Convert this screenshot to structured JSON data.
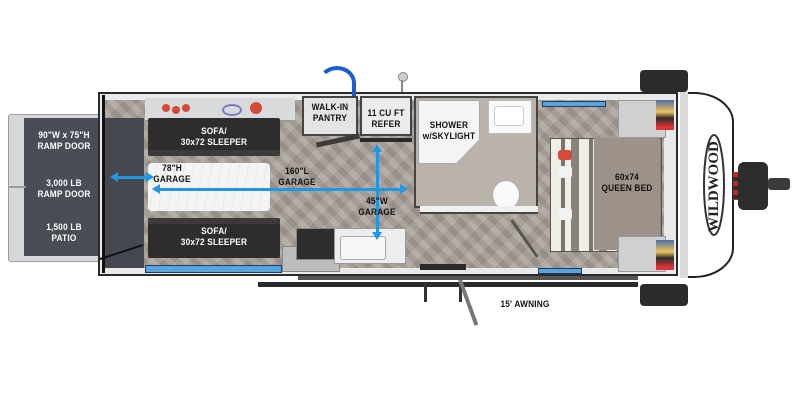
{
  "diagram": {
    "type": "RV travel trailer floor plan (toy hauler)",
    "brand_logo_text": "WILDWOOD",
    "colors": {
      "dimension_arrow": "#2196e3",
      "floor": "#a69d95",
      "garage_panel": "#4a4d55",
      "sofa": "#2e2c2c",
      "label_text": "#111111",
      "label_text_on_dark": "#ffffff"
    }
  },
  "ramp_door": {
    "size_line1": "90\"W x 75\"H",
    "size_line2": "RAMP DOOR",
    "capacity_line1": "3,000 LB",
    "capacity_line2": "RAMP DOOR",
    "patio_line1": "1,500 LB",
    "patio_line2": "PATIO"
  },
  "garage": {
    "height_line1": "78\"H",
    "height_line2": "GARAGE",
    "length_line1": "160\"L",
    "length_line2": "GARAGE",
    "width_line1": "45\"W",
    "width_line2": "GARAGE"
  },
  "sofas": [
    {
      "line1": "SOFA/",
      "line2": "30x72 SLEEPER"
    },
    {
      "line1": "SOFA/",
      "line2": "30x72 SLEEPER"
    }
  ],
  "pantry": {
    "line1": "WALK-IN",
    "line2": "PANTRY"
  },
  "refer": {
    "line1": "11 CU FT",
    "line2": "REFER"
  },
  "shower": {
    "line1": "SHOWER",
    "line2": "w/SKYLIGHT"
  },
  "bed": {
    "line1": "60x74",
    "line2": "QUEEN BED"
  },
  "awning": {
    "label": "15' AWNING"
  }
}
